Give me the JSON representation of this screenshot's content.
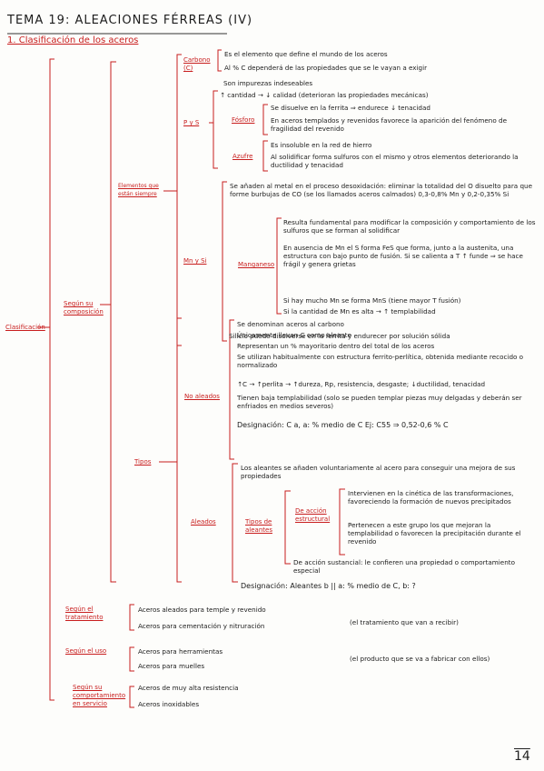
{
  "header": {
    "title": "TEMA 19: ALEACIONES FÉRREAS (IV)",
    "section": "1. Clasificación de los aceros"
  },
  "root": "Clasificación",
  "composicion": {
    "label": "Según su composición",
    "elementos": {
      "label": "Elementos que están siempre",
      "carbono": {
        "label": "Carbono (C)",
        "items": [
          "Es el elemento que define el mundo de los aceros",
          "Al % C dependerá de las propiedades que se le vayan a exigir"
        ]
      },
      "impurezas": "Son impurezas indeseables",
      "ps": {
        "label": "P y S",
        "calidad": "↑ cantidad → ↓ calidad (deterioran las propiedades mecánicas)",
        "fosforo": {
          "label": "Fósforo",
          "items": [
            "Se disuelve en la ferrita ⇒ endurece ↓ tenacidad",
            "En aceros templados y revenidos favorece la aparición del fenómeno de fragilidad del revenido"
          ]
        },
        "azufre": {
          "label": "Azufre",
          "items": [
            "Es insoluble en la red de hierro",
            "Al solidificar forma sulfuros con el mismo y otros elementos deteriorando la ductilidad y tenacidad"
          ]
        }
      },
      "mnsi": {
        "label": "Mn y Si",
        "intro": "Se añaden al metal en el proceso desoxidación: eliminar la totalidad del O disuelto para que forme burbujas de CO (se los llamados aceros calmados) 0,3-0,8% Mn y 0,2-0,35% Si",
        "manganeso": {
          "label": "Manganeso",
          "items": [
            "Resulta fundamental para modificar la composición y comportamiento de los sulfuros que se forman al solidificar",
            "En ausencia de Mn el S forma FeS que forma, junto a la austenita, una estructura con bajo punto de fusión. Si se calienta a T ↑ funde ⇒ se hace frágil y genera grietas",
            "Si hay mucho Mn se forma MnS (tiene mayor T fusión)",
            "Si la cantidad de Mn es alta → ↑ templabilidad"
          ]
        },
        "silicio": "Silicio puede disolverse en la ferrita y endurecer por solución sólida"
      }
    },
    "tipos": {
      "label": "Tipos",
      "no_aleados": {
        "label": "No aleados",
        "items": [
          "Se denominan aceros al carbono",
          "Únicamente llevan C como aleante",
          "Representan un % mayoritario dentro del total de los aceros",
          "Se utilizan habitualmente con estructura ferrito-perlítica, obtenida mediante recocido o normalizado",
          "↑C → ↑perlita → ↑dureza, Rp, resistencia, desgaste; ↓ductilidad, tenacidad",
          "Tienen baja templabilidad (solo se pueden templar piezas muy delgadas y deberán ser enfriados en medios severos)",
          "Designación: C a, a: % medio de C   Ej: C55 ⇒ 0,52-0,6 % C"
        ]
      },
      "aleados": {
        "label": "Aleados",
        "intro": "Los aleantes se añaden voluntariamente al acero para conseguir una mejora de sus propiedades",
        "tipos_aleantes": {
          "label": "Tipos de aleantes",
          "estructural": {
            "label": "De acción estructural",
            "items": [
              "Intervienen en la cinética de las transformaciones, favoreciendo la formación de nuevos precipitados",
              "Pertenecen a este grupo los que mejoran la templabilidad o favorecen la precipitación durante el revenido"
            ]
          },
          "sustancial": "De acción sustancial: le confieren una propiedad o comportamiento especial"
        },
        "designacion": "Designación: Aleantes b || a: % medio de C,  b: ?"
      }
    }
  },
  "tratamiento": {
    "label": "Según el tratamiento",
    "items": [
      "Aceros aleados para temple y revenido",
      "Aceros para cementación y nitruración"
    ],
    "note": "(el tratamiento que van a recibir)"
  },
  "utilizacion": {
    "label": "Según el uso",
    "items": [
      "Aceros para herramientas",
      "Aceros para muelles"
    ],
    "note": "(el producto que se va a fabricar con ellos)"
  },
  "servicio": {
    "label": "Según su comportamiento en servicio",
    "items": [
      "Aceros de muy alta resistencia",
      "Aceros inoxidables"
    ]
  },
  "page_number": "14"
}
